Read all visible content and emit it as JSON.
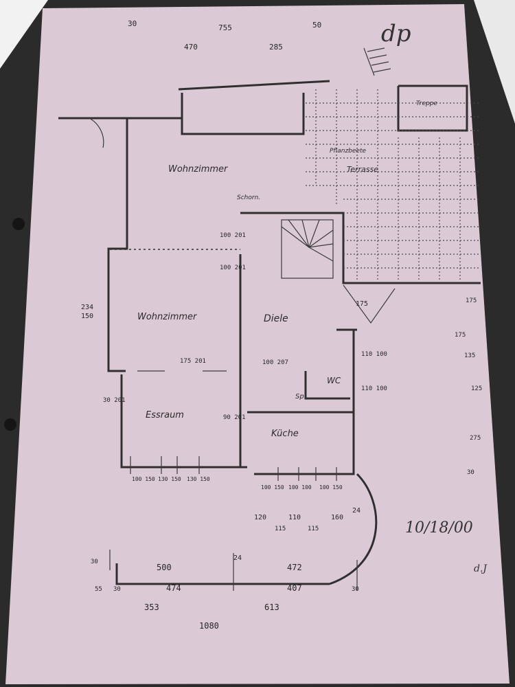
{
  "document": {
    "dimensions_top": [
      "30",
      "755",
      "470",
      "285",
      "50"
    ],
    "dimensions_bottom": [
      "500",
      "24",
      "472",
      "474",
      "407",
      "353",
      "613",
      "1080",
      "30",
      "55",
      "30",
      "30",
      "120",
      "110",
      "115",
      "115",
      "160",
      "24"
    ],
    "openings": [
      "100 201",
      "100 201",
      "175 201",
      "90 201",
      "100 207",
      "110 100",
      "110 100",
      "175",
      "30 201"
    ],
    "window_widths": [
      "100 150",
      "130 150",
      "130 150",
      "100 150",
      "100 100",
      "100 150"
    ],
    "left_dims": [
      "234",
      "150"
    ],
    "right_dims": [
      "175",
      "175",
      "135",
      "125",
      "275",
      "30"
    ],
    "rooms": {
      "wohnzimmer_top": "Wohnzimmer",
      "wohnzimmer": "Wohnzimmer",
      "diele": "Diele",
      "essraum": "Essraum",
      "kueche": "Küche",
      "wc": "WC",
      "sp": "Sp",
      "terrasse": "Terrasse",
      "treppe": "Treppe",
      "schornstein": "Schorn.",
      "pflanzen": "Pflanzbeete"
    },
    "handwriting": {
      "signature_top": "dp",
      "date": "10/18/00",
      "initials": "d.J"
    }
  }
}
